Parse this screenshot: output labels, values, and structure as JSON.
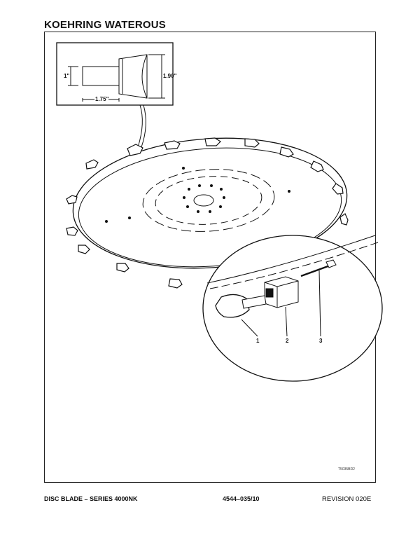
{
  "header": {
    "title": "KOEHRING WATEROUS"
  },
  "inset": {
    "dim_height_small": "1\"",
    "dim_height_large": "1.90\"",
    "dim_length": "1.75\""
  },
  "callouts": [
    "1",
    "2",
    "3"
  ],
  "drawing_number": "T5035BR2",
  "footer": {
    "left": "DISC BLADE – SERIES 4000NK",
    "center": "4544–035/10",
    "right": "REVISION 020E"
  }
}
